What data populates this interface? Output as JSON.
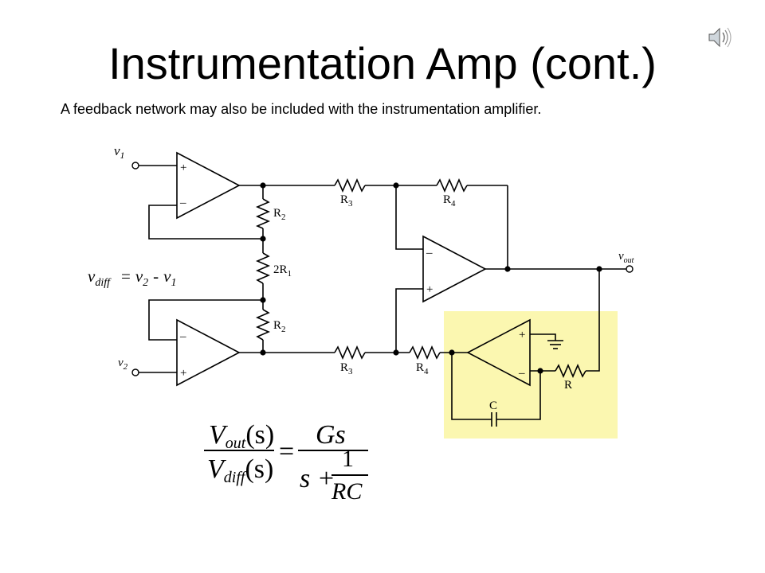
{
  "slide": {
    "title": "Instrumentation Amp (cont.)",
    "subtitle": "A feedback network may also be included with the instrumentation amplifier."
  },
  "icons": [
    "speaker-icon",
    "ground-icon",
    "capacitor-icon"
  ],
  "colors": {
    "highlight": "#fbf7b0",
    "line": "#000000",
    "background": "#ffffff"
  },
  "labels": {
    "v1": {
      "base": "v",
      "sub": "1"
    },
    "v2": {
      "base": "v",
      "sub": "2"
    },
    "vout": {
      "base": "v",
      "sub": "out"
    },
    "r2_top": {
      "base": "R",
      "sub": "2"
    },
    "r1": {
      "base": "2R",
      "sub": "1"
    },
    "r2_bot": {
      "base": "R",
      "sub": "2"
    },
    "r3_top": {
      "base": "R",
      "sub": "3"
    },
    "r3_bot": {
      "base": "R",
      "sub": "3"
    },
    "r4_top": {
      "base": "R",
      "sub": "4"
    },
    "r4_bot": {
      "base": "R",
      "sub": "4"
    },
    "r": "R",
    "c": "C"
  },
  "vdiff_eq": {
    "lhs_base": "v",
    "lhs_sub": "diff",
    "eq": "=",
    "a_base": "v",
    "a_sub": "2",
    "minus": "-",
    "b_base": "v",
    "b_sub": "1"
  },
  "formula": {
    "num_base": "V",
    "num_sub": "out",
    "num_arg": "(s)",
    "den_base": "V",
    "den_sub": "diff",
    "den_arg": "(s)",
    "equals": "=",
    "rhs_num": "Gs",
    "rhs_den_left": "s +",
    "inner_num": "1",
    "inner_den": "RC"
  },
  "opamp_signs": {
    "plus": "+",
    "minus": "–"
  }
}
